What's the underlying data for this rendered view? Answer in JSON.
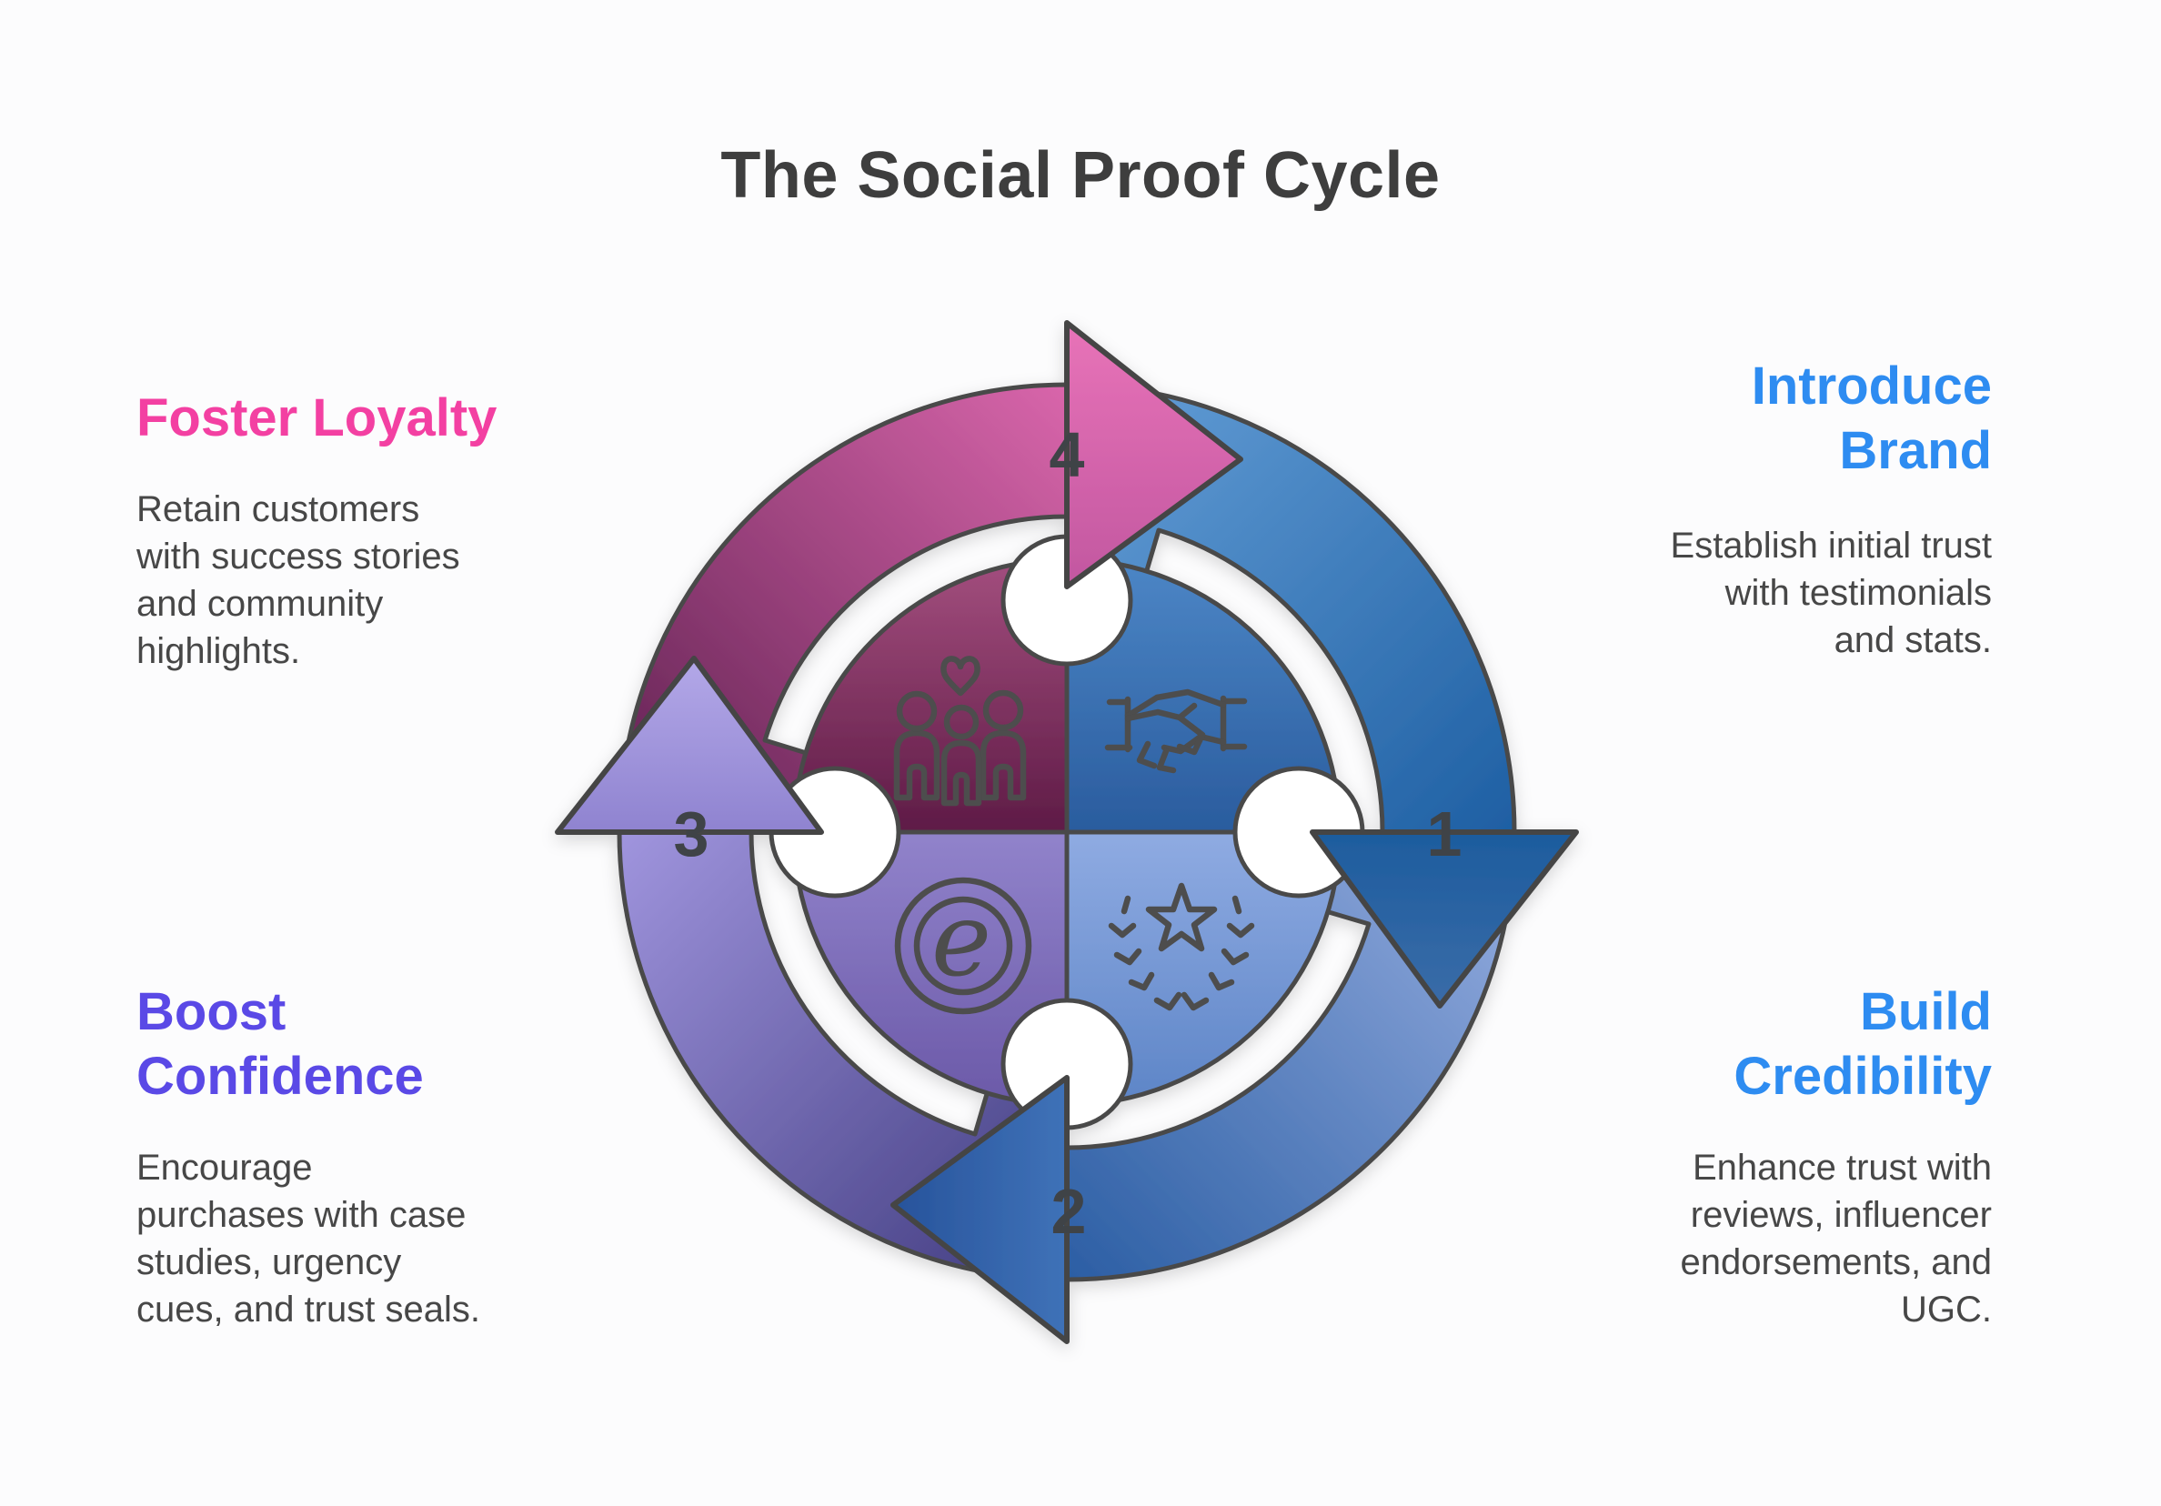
{
  "title": "The Social Proof Cycle",
  "palette": {
    "background": "#fcfcfd",
    "title_color": "#3e3e3e",
    "body_text_color": "#474747",
    "outline_color": "#4a4a4a",
    "number_color": "#3f4347",
    "pink": "#f340a2",
    "blue": "#2e8cf1",
    "purple": "#5a49e6"
  },
  "steps": [
    {
      "number": "1",
      "heading": "Introduce\nBrand",
      "heading_color": "#2e8cf1",
      "description": "Establish initial trust\nwith testimonials\nand stats.",
      "icon": "handshake-icon",
      "side": "right"
    },
    {
      "number": "2",
      "heading": "Build\nCredibility",
      "heading_color": "#2e8cf1",
      "description": "Enhance trust with\nreviews, influencer\nendorsements, and\nUGC.",
      "icon": "star-laurel-icon",
      "side": "right"
    },
    {
      "number": "3",
      "heading": "Boost\nConfidence",
      "heading_color": "#5a49e6",
      "description": "Encourage\npurchases with case\nstudies, urgency\ncues, and trust seals.",
      "icon": "at-e-seal-icon",
      "side": "left"
    },
    {
      "number": "4",
      "heading": "Foster Loyalty",
      "heading_color": "#f340a2",
      "description": "Retain customers\nwith success stories\nand community\nhighlights.",
      "icon": "family-heart-icon",
      "side": "left"
    }
  ],
  "diagram": {
    "type": "cycle",
    "direction": "clockwise",
    "arrows": [
      {
        "number": "1",
        "position": "right",
        "tail_color": "#66a0d8",
        "head_color": "#1d5c9e"
      },
      {
        "number": "2",
        "position": "bottom",
        "tail_color": "#97aee0",
        "head_color": "#3f72b8"
      },
      {
        "number": "3",
        "position": "left",
        "tail_color": "#3f3a7e",
        "head_color": "#b3a8e8"
      },
      {
        "number": "4",
        "position": "top",
        "tail_color": "#5e2050",
        "head_color": "#e873b8"
      }
    ],
    "quadrants": [
      {
        "position": "top-left",
        "icon": "family-heart-icon",
        "color_top": "#a34e7e",
        "color_bottom": "#5e1b46"
      },
      {
        "position": "top-right",
        "icon": "handshake-icon",
        "color_top": "#4c86c6",
        "color_bottom": "#2a5c9e"
      },
      {
        "position": "bottom-left",
        "icon": "at-e-seal-icon",
        "color_top": "#9183cb",
        "color_bottom": "#6b59a8"
      },
      {
        "position": "bottom-right",
        "icon": "star-laurel-icon",
        "color_top": "#8fabe2",
        "color_bottom": "#5d85c7"
      }
    ],
    "seal_letter": "e"
  }
}
